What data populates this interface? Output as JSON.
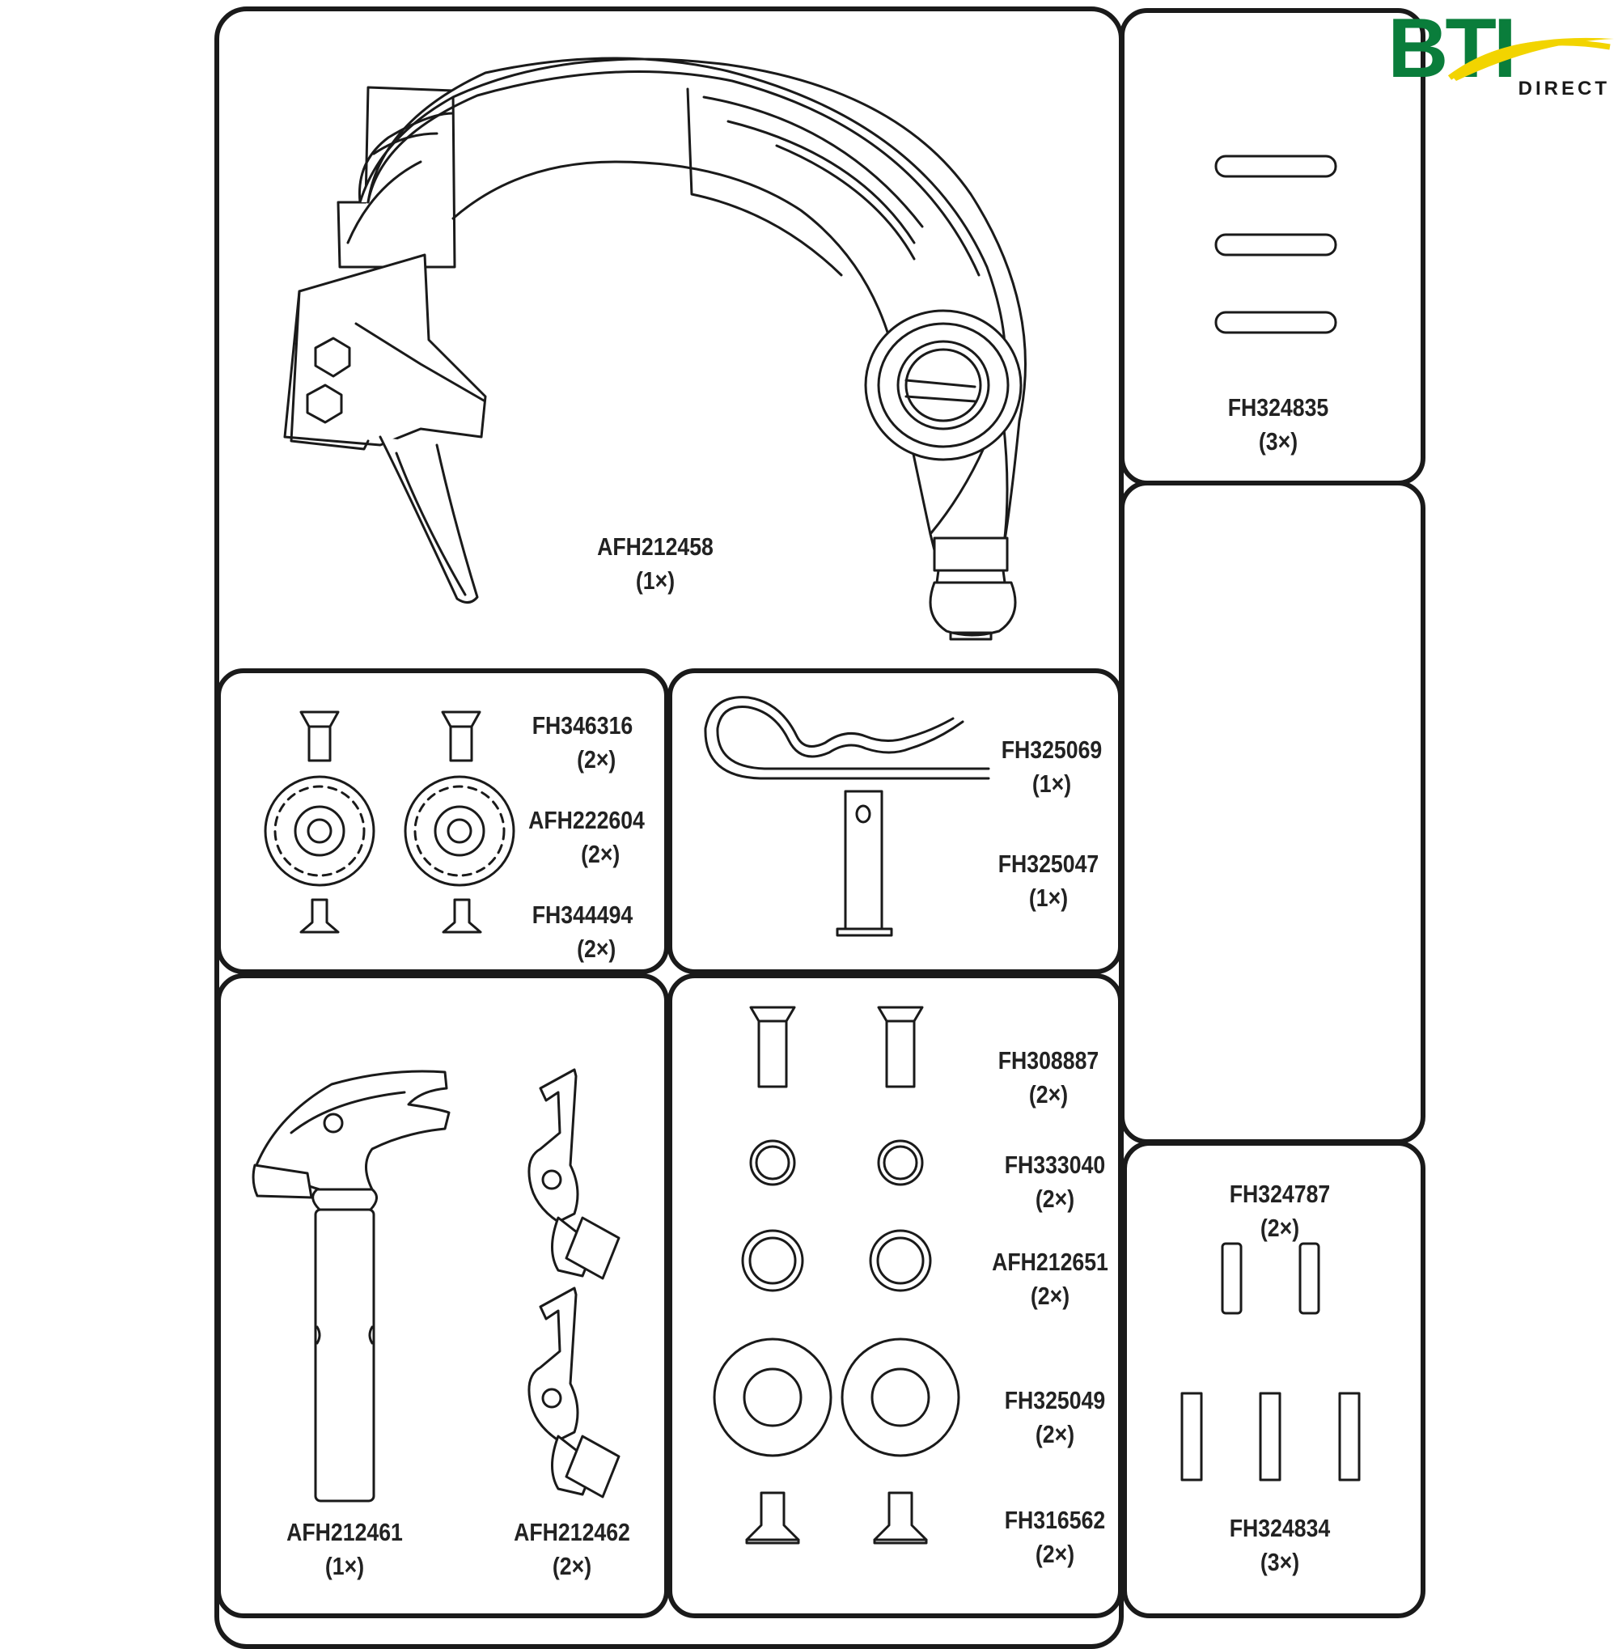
{
  "brand": {
    "name": "BTI",
    "tagline": "DIRECT",
    "colors": {
      "green": "#0a7d3b",
      "yellow": "#f2d400",
      "ink": "#1a1a1a"
    }
  },
  "parts": {
    "p_afh212458": {
      "number": "AFH212458",
      "qty": "(1×)"
    },
    "p_fh324835": {
      "number": "FH324835",
      "qty": "(3×)"
    },
    "p_fh346316": {
      "number": "FH346316",
      "qty": "(2×)"
    },
    "p_afh222604": {
      "number": "AFH222604",
      "qty": "(2×)"
    },
    "p_fh344494": {
      "number": "FH344494",
      "qty": "(2×)"
    },
    "p_fh325069": {
      "number": "FH325069",
      "qty": "(1×)"
    },
    "p_fh325047": {
      "number": "FH325047",
      "qty": "(1×)"
    },
    "p_afh212461": {
      "number": "AFH212461",
      "qty": "(1×)"
    },
    "p_afh212462": {
      "number": "AFH212462",
      "qty": "(2×)"
    },
    "p_fh308887": {
      "number": "FH308887",
      "qty": "(2×)"
    },
    "p_fh333040": {
      "number": "FH333040",
      "qty": "(2×)"
    },
    "p_afh212651": {
      "number": "AFH212651",
      "qty": "(2×)"
    },
    "p_fh325049": {
      "number": "FH325049",
      "qty": "(2×)"
    },
    "p_fh316562": {
      "number": "FH316562",
      "qty": "(2×)"
    },
    "p_fh324787": {
      "number": "FH324787",
      "qty": "(2×)"
    },
    "p_fh324834": {
      "number": "FH324834",
      "qty": "(3×)"
    }
  }
}
